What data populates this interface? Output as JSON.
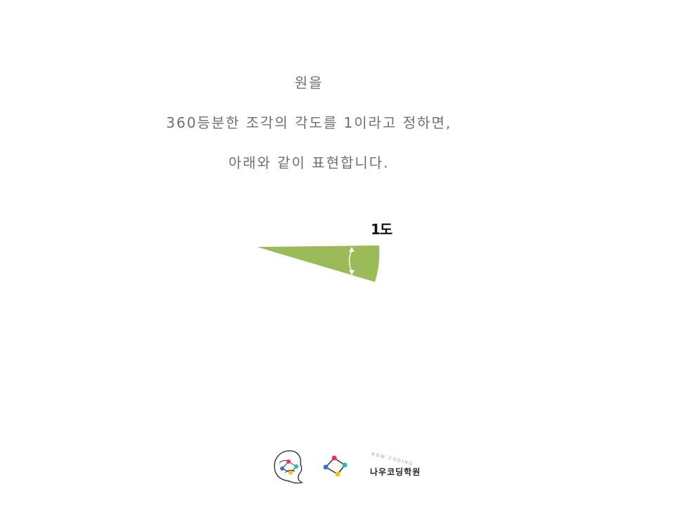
{
  "text": {
    "line1": "원을",
    "line2": "360등분한 조각의 각도를 1이라고 정하면,",
    "line3": "아래와 같이 표현합니다."
  },
  "figure": {
    "degree_label": "1도",
    "wedge_color": "#9bbb59",
    "arrow_color": "#ffffff"
  },
  "logo": {
    "name": "나우코딩학원",
    "subtitle": "NOW CODING",
    "dot_colors": [
      "#e8336d",
      "#2bbfb3",
      "#f5c518",
      "#3a6fd8"
    ]
  }
}
